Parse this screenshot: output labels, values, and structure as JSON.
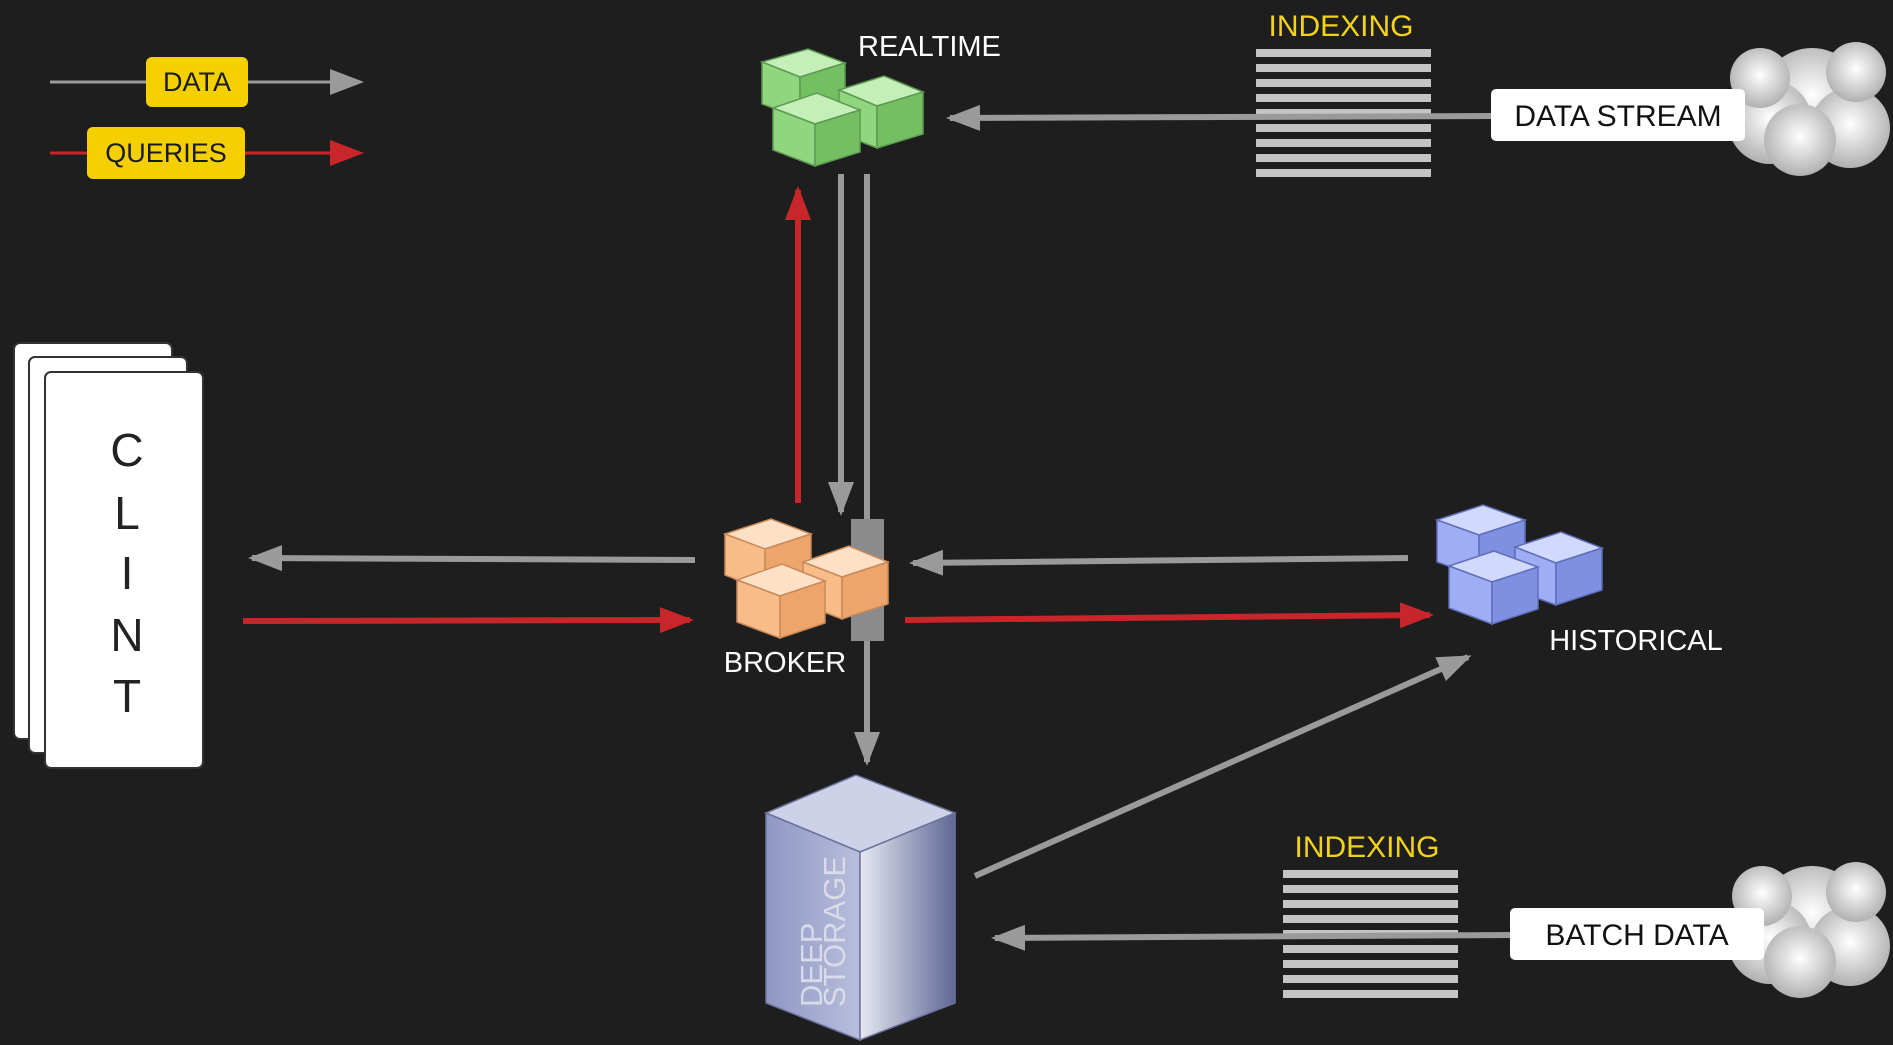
{
  "legend": {
    "data_label": "DATA",
    "queries_label": "QUERIES"
  },
  "nodes": {
    "realtime": "REALTIME",
    "broker": "BROKER",
    "historical": "HISTORICAL",
    "deep_storage_line1": "DEEP",
    "deep_storage_line2": "STORAGE",
    "client_letters": [
      "C",
      "L",
      "I",
      "N",
      "T"
    ]
  },
  "sources": {
    "data_stream": "DATA STREAM",
    "batch_data": "BATCH DATA"
  },
  "indexing": {
    "top": "INDEXING",
    "bottom": "INDEXING"
  },
  "colors": {
    "background": "#1e1e1e",
    "data_arrow": "#9a9a9a",
    "query_arrow": "#c8262a",
    "legend_badge": "#f5d000",
    "indexing_text": "#f2d21a",
    "realtime_cube": "#8fd67e",
    "broker_cube": "#f4b07a",
    "historical_cube": "#8c9cf0",
    "deep_storage": "#a7aed0"
  }
}
